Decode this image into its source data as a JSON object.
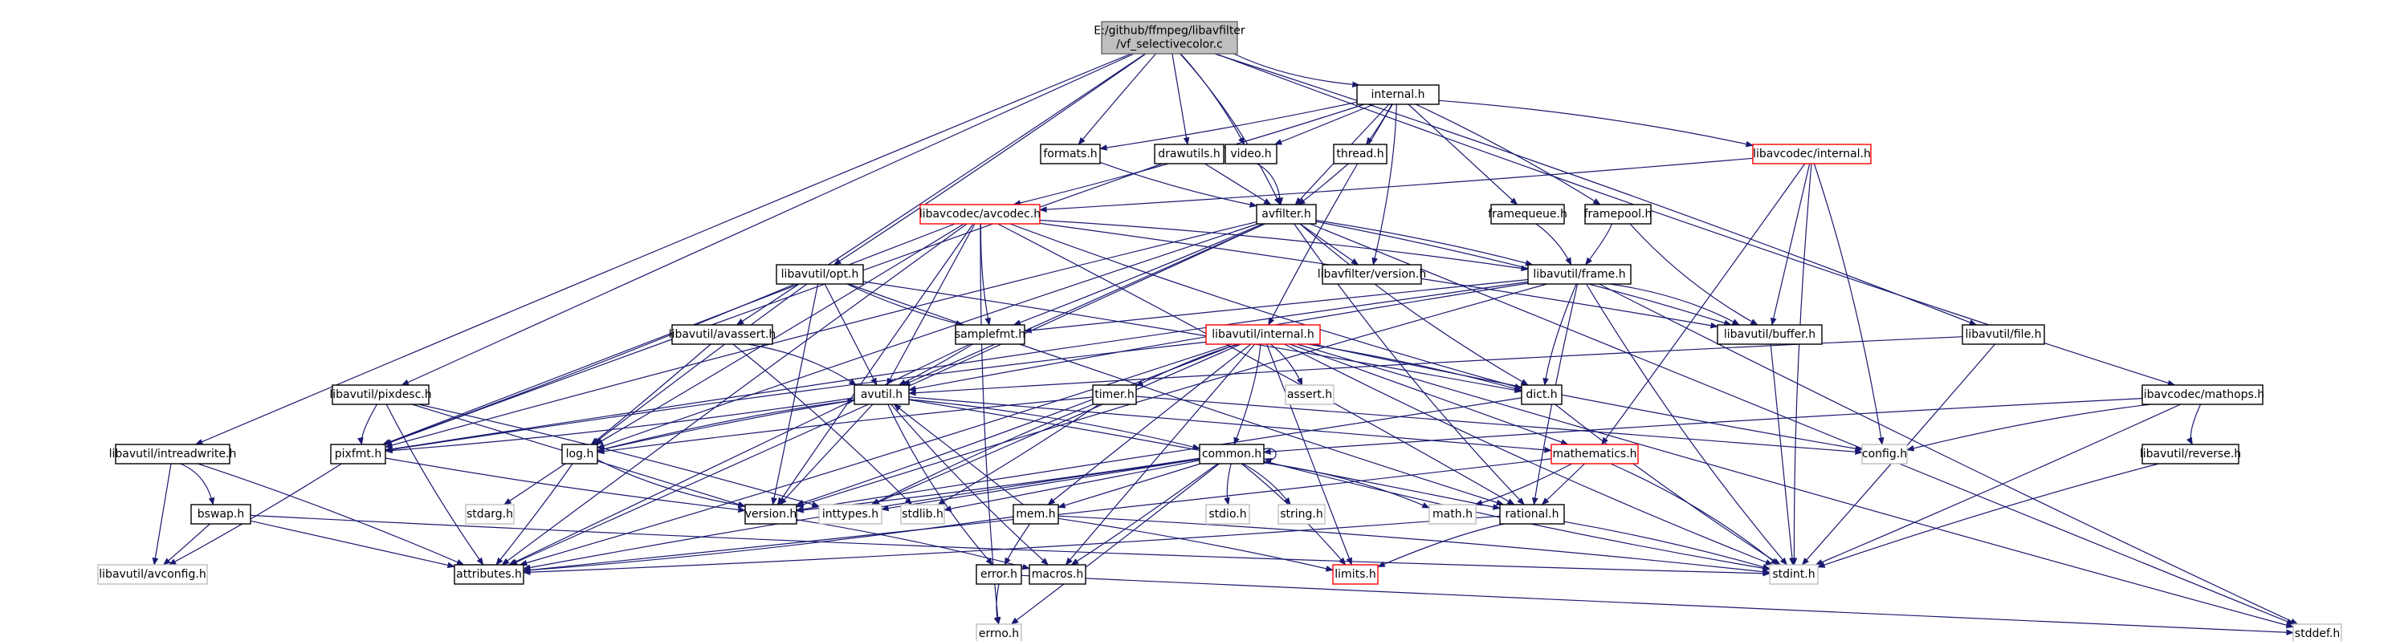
{
  "diagram": {
    "edge_color": "#191970",
    "node_border_colors": {
      "normal": "#000000",
      "external": "#bfbfbf",
      "truncated": "#ff0000",
      "root": "#666666"
    },
    "root_fill": "#bfbfbf",
    "nodes": [
      {
        "id": "root",
        "lines": [
          "E:/github/ffmpeg/libavfilter",
          "/vf_selectivecolor.c"
        ],
        "kind": "root"
      },
      {
        "id": "internal_h",
        "lines": [
          "internal.h"
        ],
        "kind": "normal"
      },
      {
        "id": "formats_h",
        "lines": [
          "formats.h"
        ],
        "kind": "normal"
      },
      {
        "id": "drawutils_h",
        "lines": [
          "drawutils.h"
        ],
        "kind": "normal"
      },
      {
        "id": "video_h",
        "lines": [
          "video.h"
        ],
        "kind": "normal"
      },
      {
        "id": "thread_h",
        "lines": [
          "thread.h"
        ],
        "kind": "normal"
      },
      {
        "id": "lavc_internal_h",
        "lines": [
          "libavcodec/internal.h"
        ],
        "kind": "truncated"
      },
      {
        "id": "avcodec_h",
        "lines": [
          "libavcodec/avcodec.h"
        ],
        "kind": "truncated"
      },
      {
        "id": "avfilter_h",
        "lines": [
          "avfilter.h"
        ],
        "kind": "normal"
      },
      {
        "id": "framequeue_h",
        "lines": [
          "framequeue.h"
        ],
        "kind": "normal"
      },
      {
        "id": "framepool_h",
        "lines": [
          "framepool.h"
        ],
        "kind": "normal"
      },
      {
        "id": "opt_h",
        "lines": [
          "libavutil/opt.h"
        ],
        "kind": "normal"
      },
      {
        "id": "lavfi_version_h",
        "lines": [
          "libavfilter/version.h"
        ],
        "kind": "normal"
      },
      {
        "id": "frame_h",
        "lines": [
          "libavutil/frame.h"
        ],
        "kind": "normal"
      },
      {
        "id": "buffer_h",
        "lines": [
          "libavutil/buffer.h"
        ],
        "kind": "normal"
      },
      {
        "id": "avassert_h",
        "lines": [
          "libavutil/avassert.h"
        ],
        "kind": "normal"
      },
      {
        "id": "samplefmt_h",
        "lines": [
          "samplefmt.h"
        ],
        "kind": "normal"
      },
      {
        "id": "lavu_internal_h",
        "lines": [
          "libavutil/internal.h"
        ],
        "kind": "truncated"
      },
      {
        "id": "file_h",
        "lines": [
          "libavutil/file.h"
        ],
        "kind": "normal"
      },
      {
        "id": "pixdesc_h",
        "lines": [
          "libavutil/pixdesc.h"
        ],
        "kind": "normal"
      },
      {
        "id": "avutil_h",
        "lines": [
          "avutil.h"
        ],
        "kind": "normal"
      },
      {
        "id": "timer_h",
        "lines": [
          "timer.h"
        ],
        "kind": "normal"
      },
      {
        "id": "assert_h",
        "lines": [
          "assert.h"
        ],
        "kind": "external"
      },
      {
        "id": "dict_h",
        "lines": [
          "dict.h"
        ],
        "kind": "normal"
      },
      {
        "id": "mathops_h",
        "lines": [
          "libavcodec/mathops.h"
        ],
        "kind": "normal"
      },
      {
        "id": "intreadwrite_h",
        "lines": [
          "libavutil/intreadwrite.h"
        ],
        "kind": "normal"
      },
      {
        "id": "pixfmt_h",
        "lines": [
          "pixfmt.h"
        ],
        "kind": "normal"
      },
      {
        "id": "log_h",
        "lines": [
          "log.h"
        ],
        "kind": "normal"
      },
      {
        "id": "common_h",
        "lines": [
          "common.h"
        ],
        "kind": "normal"
      },
      {
        "id": "mathematics_h",
        "lines": [
          "mathematics.h"
        ],
        "kind": "truncated"
      },
      {
        "id": "config_h",
        "lines": [
          "config.h"
        ],
        "kind": "external"
      },
      {
        "id": "reverse_h",
        "lines": [
          "libavutil/reverse.h"
        ],
        "kind": "normal"
      },
      {
        "id": "bswap_h",
        "lines": [
          "bswap.h"
        ],
        "kind": "normal"
      },
      {
        "id": "stdarg_h",
        "lines": [
          "stdarg.h"
        ],
        "kind": "external"
      },
      {
        "id": "version_h",
        "lines": [
          "version.h"
        ],
        "kind": "normal"
      },
      {
        "id": "inttypes_h",
        "lines": [
          "inttypes.h"
        ],
        "kind": "external"
      },
      {
        "id": "stdlib_h",
        "lines": [
          "stdlib.h"
        ],
        "kind": "external"
      },
      {
        "id": "stdio_h",
        "lines": [
          "stdio.h"
        ],
        "kind": "external"
      },
      {
        "id": "string_h",
        "lines": [
          "string.h"
        ],
        "kind": "external"
      },
      {
        "id": "mem_h",
        "lines": [
          "mem.h"
        ],
        "kind": "normal"
      },
      {
        "id": "math_h",
        "lines": [
          "math.h"
        ],
        "kind": "external"
      },
      {
        "id": "rational_h",
        "lines": [
          "rational.h"
        ],
        "kind": "normal"
      },
      {
        "id": "avconfig_h",
        "lines": [
          "libavutil/avconfig.h"
        ],
        "kind": "external"
      },
      {
        "id": "attributes_h",
        "lines": [
          "attributes.h"
        ],
        "kind": "normal"
      },
      {
        "id": "macros_h",
        "lines": [
          "macros.h"
        ],
        "kind": "normal"
      },
      {
        "id": "error_h",
        "lines": [
          "error.h"
        ],
        "kind": "normal"
      },
      {
        "id": "limits_h",
        "lines": [
          "limits.h"
        ],
        "kind": "truncated"
      },
      {
        "id": "stdint_h",
        "lines": [
          "stdint.h"
        ],
        "kind": "external"
      },
      {
        "id": "errno_h",
        "lines": [
          "errno.h"
        ],
        "kind": "external"
      },
      {
        "id": "stddef_h",
        "lines": [
          "stddef.h"
        ],
        "kind": "external"
      }
    ],
    "edges": [
      [
        "root",
        "internal_h"
      ],
      [
        "root",
        "formats_h"
      ],
      [
        "root",
        "drawutils_h"
      ],
      [
        "root",
        "video_h"
      ],
      [
        "root",
        "avfilter_h"
      ],
      [
        "root",
        "opt_h"
      ],
      [
        "root",
        "avassert_h"
      ],
      [
        "root",
        "pixdesc_h"
      ],
      [
        "root",
        "intreadwrite_h"
      ],
      [
        "root",
        "file_h"
      ],
      [
        "root",
        "mathops_h"
      ],
      [
        "internal_h",
        "formats_h"
      ],
      [
        "internal_h",
        "video_h"
      ],
      [
        "internal_h",
        "thread_h"
      ],
      [
        "internal_h",
        "lavc_internal_h"
      ],
      [
        "internal_h",
        "avcodec_h"
      ],
      [
        "internal_h",
        "avfilter_h"
      ],
      [
        "internal_h",
        "framequeue_h"
      ],
      [
        "internal_h",
        "framepool_h"
      ],
      [
        "internal_h",
        "lavfi_version_h"
      ],
      [
        "internal_h",
        "lavu_internal_h"
      ],
      [
        "formats_h",
        "avfilter_h"
      ],
      [
        "drawutils_h",
        "avfilter_h"
      ],
      [
        "drawutils_h",
        "pixfmt_h"
      ],
      [
        "video_h",
        "avfilter_h"
      ],
      [
        "thread_h",
        "avfilter_h"
      ],
      [
        "lavc_internal_h",
        "avcodec_h"
      ],
      [
        "lavc_internal_h",
        "buffer_h"
      ],
      [
        "lavc_internal_h",
        "mathematics_h"
      ],
      [
        "lavc_internal_h",
        "config_h"
      ],
      [
        "lavc_internal_h",
        "stdint_h"
      ],
      [
        "avcodec_h",
        "samplefmt_h"
      ],
      [
        "avcodec_h",
        "avutil_h"
      ],
      [
        "avcodec_h",
        "buffer_h"
      ],
      [
        "avcodec_h",
        "frame_h"
      ],
      [
        "avcodec_h",
        "dict_h"
      ],
      [
        "avcodec_h",
        "log_h"
      ],
      [
        "avcodec_h",
        "pixfmt_h"
      ],
      [
        "avcodec_h",
        "rational_h"
      ],
      [
        "avcodec_h",
        "attributes_h"
      ],
      [
        "avcodec_h",
        "errno_h"
      ],
      [
        "avcodec_h",
        "version_h"
      ],
      [
        "avfilter_h",
        "lavfi_version_h"
      ],
      [
        "avfilter_h",
        "frame_h"
      ],
      [
        "avfilter_h",
        "buffer_h"
      ],
      [
        "avfilter_h",
        "dict_h"
      ],
      [
        "avfilter_h",
        "samplefmt_h"
      ],
      [
        "avfilter_h",
        "avutil_h"
      ],
      [
        "avfilter_h",
        "log_h"
      ],
      [
        "avfilter_h",
        "pixfmt_h"
      ],
      [
        "avfilter_h",
        "rational_h"
      ],
      [
        "avfilter_h",
        "attributes_h"
      ],
      [
        "avfilter_h",
        "stddef_h"
      ],
      [
        "framequeue_h",
        "frame_h"
      ],
      [
        "framepool_h",
        "frame_h"
      ],
      [
        "framepool_h",
        "buffer_h"
      ],
      [
        "opt_h",
        "rational_h"
      ],
      [
        "opt_h",
        "avutil_h"
      ],
      [
        "opt_h",
        "dict_h"
      ],
      [
        "opt_h",
        "log_h"
      ],
      [
        "opt_h",
        "pixfmt_h"
      ],
      [
        "opt_h",
        "samplefmt_h"
      ],
      [
        "opt_h",
        "version_h"
      ],
      [
        "frame_h",
        "avutil_h"
      ],
      [
        "frame_h",
        "buffer_h"
      ],
      [
        "frame_h",
        "dict_h"
      ],
      [
        "frame_h",
        "rational_h"
      ],
      [
        "frame_h",
        "samplefmt_h"
      ],
      [
        "frame_h",
        "pixfmt_h"
      ],
      [
        "frame_h",
        "version_h"
      ],
      [
        "frame_h",
        "stdint_h"
      ],
      [
        "frame_h",
        "stddef_h"
      ],
      [
        "buffer_h",
        "stdint_h"
      ],
      [
        "avassert_h",
        "stdlib_h"
      ],
      [
        "avassert_h",
        "avutil_h"
      ],
      [
        "avassert_h",
        "log_h"
      ],
      [
        "samplefmt_h",
        "avutil_h"
      ],
      [
        "samplefmt_h",
        "attributes_h"
      ],
      [
        "lavu_internal_h",
        "dict_h"
      ],
      [
        "lavu_internal_h",
        "pixfmt_h"
      ],
      [
        "lavu_internal_h",
        "version_h"
      ],
      [
        "lavu_internal_h",
        "macros_h"
      ],
      [
        "lavu_internal_h",
        "mathematics_h"
      ],
      [
        "lavu_internal_h",
        "assert_h"
      ],
      [
        "lavu_internal_h",
        "timer_h"
      ],
      [
        "lavu_internal_h",
        "stdint_h"
      ],
      [
        "lavu_internal_h",
        "stddef_h"
      ],
      [
        "lavu_internal_h",
        "limits_h"
      ],
      [
        "lavu_internal_h",
        "mem_h"
      ],
      [
        "lavu_internal_h",
        "common_h"
      ],
      [
        "lavu_internal_h",
        "attributes_h"
      ],
      [
        "lavu_internal_h",
        "config_h"
      ],
      [
        "lavu_internal_h",
        "inttypes_h"
      ],
      [
        "file_h",
        "avutil_h"
      ],
      [
        "file_h",
        "stdint_h"
      ],
      [
        "pixdesc_h",
        "pixfmt_h"
      ],
      [
        "pixdesc_h",
        "attributes_h"
      ],
      [
        "pixdesc_h",
        "version_h"
      ],
      [
        "pixdesc_h",
        "inttypes_h"
      ],
      [
        "avutil_h",
        "common_h"
      ],
      [
        "avutil_h",
        "error_h"
      ],
      [
        "avutil_h",
        "version_h"
      ],
      [
        "avutil_h",
        "mathematics_h"
      ],
      [
        "avutil_h",
        "rational_h"
      ],
      [
        "avutil_h",
        "log_h"
      ],
      [
        "avutil_h",
        "pixfmt_h"
      ],
      [
        "avutil_h",
        "macros_h"
      ],
      [
        "timer_h",
        "config_h"
      ],
      [
        "timer_h",
        "log_h"
      ],
      [
        "timer_h",
        "inttypes_h"
      ],
      [
        "timer_h",
        "stdlib_h"
      ],
      [
        "dict_h",
        "stdint_h"
      ],
      [
        "dict_h",
        "version_h"
      ],
      [
        "mathops_h",
        "common_h"
      ],
      [
        "mathops_h",
        "config_h"
      ],
      [
        "mathops_h",
        "reverse_h"
      ],
      [
        "mathops_h",
        "stdint_h"
      ],
      [
        "intreadwrite_h",
        "avconfig_h"
      ],
      [
        "intreadwrite_h",
        "attributes_h"
      ],
      [
        "intreadwrite_h",
        "bswap_h"
      ],
      [
        "pixfmt_h",
        "avconfig_h"
      ],
      [
        "pixfmt_h",
        "version_h"
      ],
      [
        "log_h",
        "stdarg_h"
      ],
      [
        "log_h",
        "avutil_h"
      ],
      [
        "log_h",
        "attributes_h"
      ],
      [
        "log_h",
        "version_h"
      ],
      [
        "common_h",
        "errno_h"
      ],
      [
        "common_h",
        "inttypes_h"
      ],
      [
        "common_h",
        "limits_h"
      ],
      [
        "common_h",
        "math_h"
      ],
      [
        "common_h",
        "stdint_h"
      ],
      [
        "common_h",
        "stdio_h"
      ],
      [
        "common_h",
        "stdlib_h"
      ],
      [
        "common_h",
        "string_h"
      ],
      [
        "common_h",
        "attributes_h"
      ],
      [
        "common_h",
        "macros_h"
      ],
      [
        "common_h",
        "version_h"
      ],
      [
        "common_h",
        "mem_h"
      ],
      [
        "common_h",
        "common_h"
      ],
      [
        "mathematics_h",
        "stdint_h"
      ],
      [
        "mathematics_h",
        "math_h"
      ],
      [
        "mathematics_h",
        "attributes_h"
      ],
      [
        "mathematics_h",
        "rational_h"
      ],
      [
        "mathematics_h",
        "intfloat"
      ],
      [
        "reverse_h",
        "stdint_h"
      ],
      [
        "bswap_h",
        "stdint_h"
      ],
      [
        "bswap_h",
        "avconfig_h"
      ],
      [
        "bswap_h",
        "attributes_h"
      ],
      [
        "mem_h",
        "limits_h"
      ],
      [
        "mem_h",
        "stdint_h"
      ],
      [
        "mem_h",
        "attributes_h"
      ],
      [
        "mem_h",
        "error_h"
      ],
      [
        "mem_h",
        "avutil_h"
      ],
      [
        "rational_h",
        "stdint_h"
      ],
      [
        "rational_h",
        "limits_h"
      ],
      [
        "rational_h",
        "attributes_h"
      ],
      [
        "error_h",
        "errno_h"
      ],
      [
        "error_h",
        "stddef_h"
      ],
      [
        "version_h",
        "macros_h"
      ]
    ]
  }
}
